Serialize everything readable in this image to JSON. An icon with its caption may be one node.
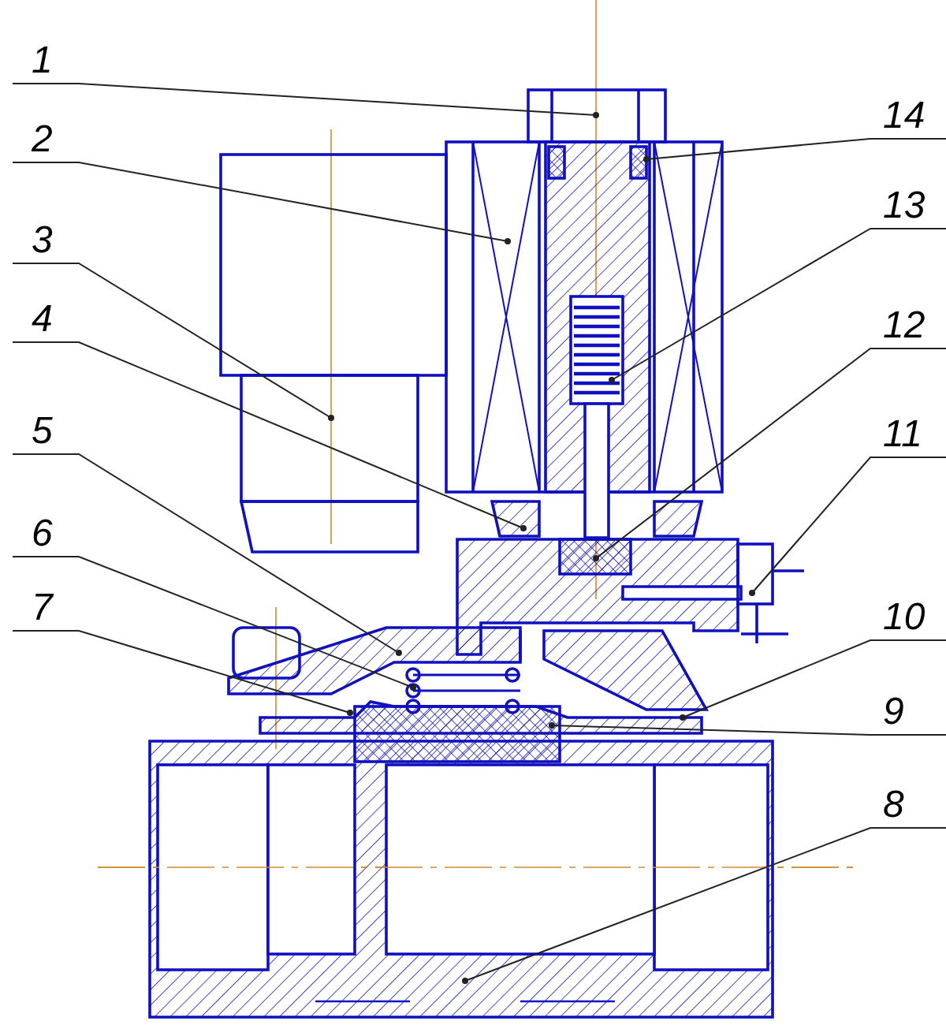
{
  "diagram": {
    "nodes": [
      {
        "text": [
          "1"
        ]
      },
      {
        "text": [
          "14"
        ]
      },
      {
        "text": [
          "2"
        ]
      },
      {
        "text": [
          "13"
        ]
      },
      {
        "text": [
          "3"
        ]
      },
      {
        "text": [
          "12"
        ]
      },
      {
        "text": [
          "4"
        ]
      },
      {
        "text": [
          "11"
        ]
      },
      {
        "text": [
          "5"
        ]
      },
      {
        "text": [
          "6"
        ]
      },
      {
        "text": [
          "10"
        ]
      },
      {
        "text": [
          "7"
        ]
      },
      {
        "text": [
          "9"
        ]
      },
      {
        "text": [
          "8"
        ]
      }
    ],
    "edges": [
      {
        "from": 0,
        "to": null,
        "arrow": "other"
      },
      {
        "from": 1,
        "to": null,
        "arrow": "other"
      },
      {
        "from": 2,
        "to": null,
        "arrow": "other"
      },
      {
        "from": 3,
        "to": null,
        "arrow": "other"
      },
      {
        "from": 4,
        "to": null,
        "arrow": "other"
      },
      {
        "from": 5,
        "to": null,
        "arrow": "other"
      },
      {
        "from": 6,
        "to": null,
        "arrow": "other"
      },
      {
        "from": 7,
        "to": null,
        "arrow": "other"
      },
      {
        "from": 8,
        "to": null,
        "arrow": "other"
      },
      {
        "from": 9,
        "to": null,
        "arrow": "other"
      },
      {
        "from": 10,
        "to": null,
        "arrow": "other"
      },
      {
        "from": 11,
        "to": null,
        "arrow": "other"
      },
      {
        "from": 12,
        "to": null,
        "arrow": "other"
      },
      {
        "from": 13,
        "to": null,
        "arrow": "other"
      }
    ]
  }
}
